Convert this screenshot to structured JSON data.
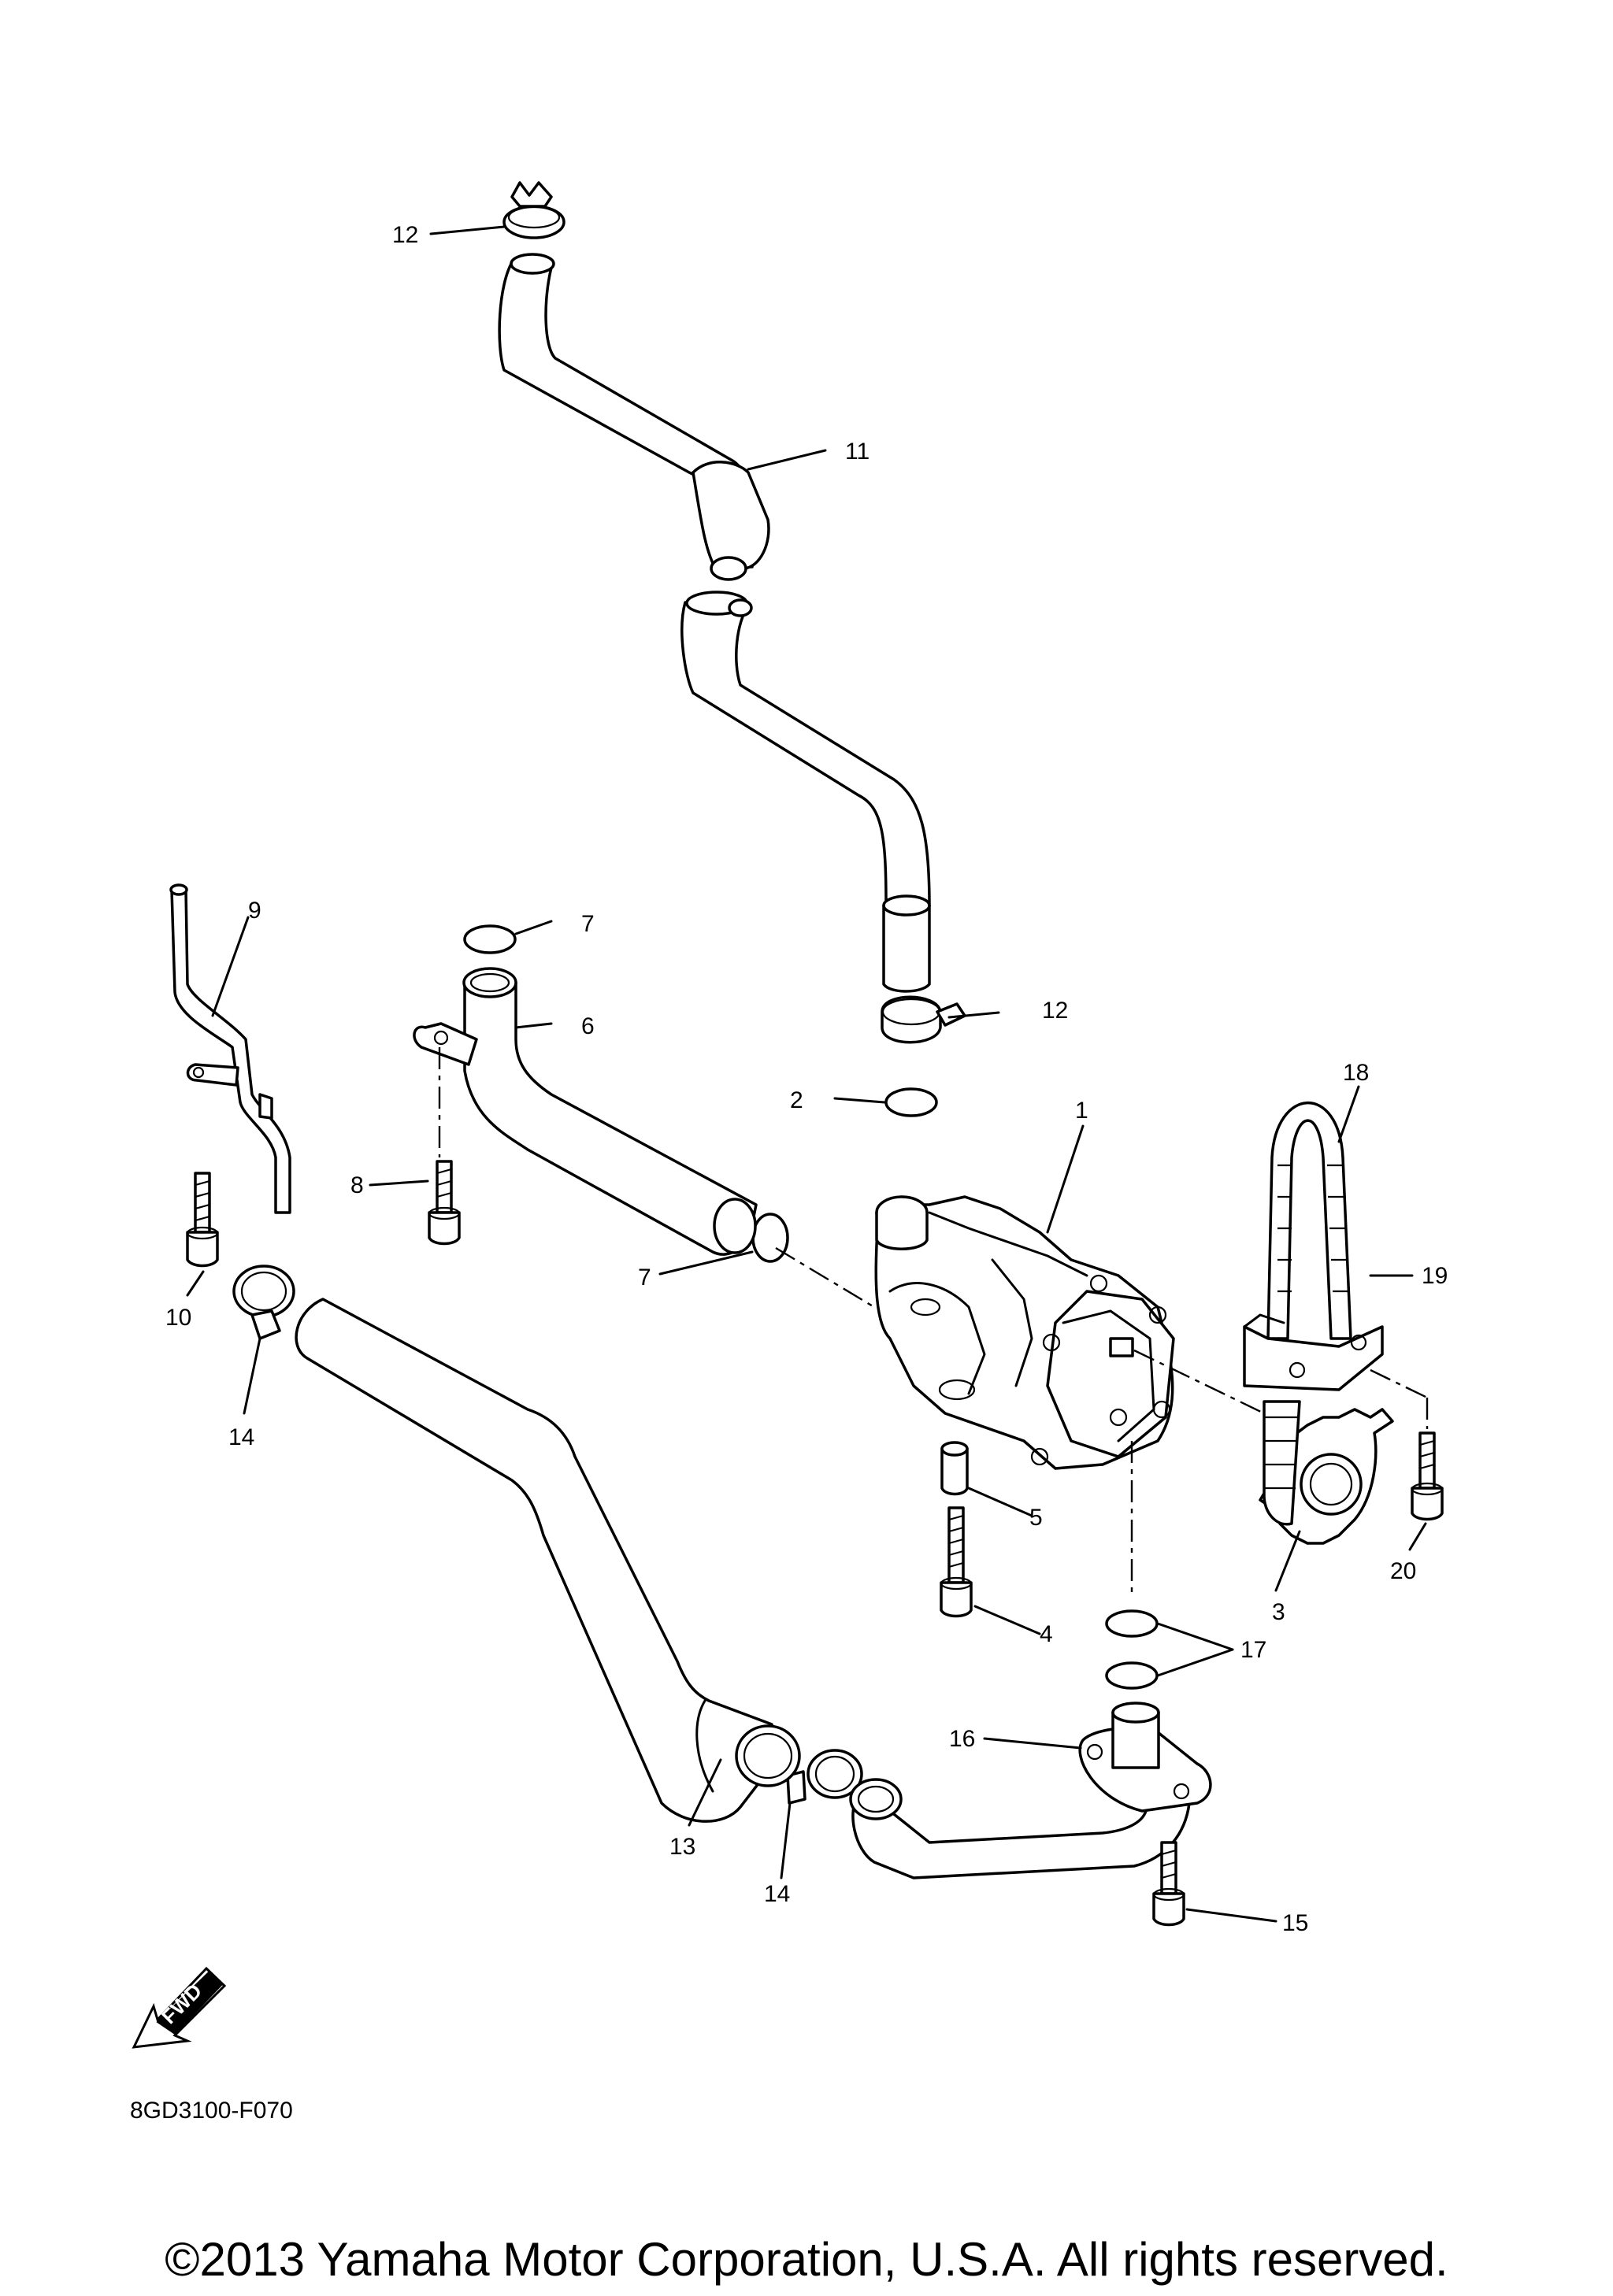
{
  "diagram": {
    "callouts": [
      {
        "id": "1",
        "text": "1"
      },
      {
        "id": "2",
        "text": "2"
      },
      {
        "id": "3",
        "text": "3"
      },
      {
        "id": "4",
        "text": "4"
      },
      {
        "id": "5",
        "text": "5"
      },
      {
        "id": "6",
        "text": "6"
      },
      {
        "id": "7a",
        "text": "7"
      },
      {
        "id": "7b",
        "text": "7"
      },
      {
        "id": "8",
        "text": "8"
      },
      {
        "id": "9",
        "text": "9"
      },
      {
        "id": "10",
        "text": "10"
      },
      {
        "id": "11",
        "text": "11"
      },
      {
        "id": "12a",
        "text": "12"
      },
      {
        "id": "12b",
        "text": "12"
      },
      {
        "id": "13",
        "text": "13"
      },
      {
        "id": "14a",
        "text": "14"
      },
      {
        "id": "14b",
        "text": "14"
      },
      {
        "id": "15",
        "text": "15"
      },
      {
        "id": "16",
        "text": "16"
      },
      {
        "id": "17",
        "text": "17"
      },
      {
        "id": "18",
        "text": "18"
      },
      {
        "id": "19",
        "text": "19"
      },
      {
        "id": "20",
        "text": "20"
      }
    ],
    "fwd_label": "FWD",
    "drawing_code": "8GD3100-F070",
    "copyright": "©2013 Yamaha Motor Corporation, U.S.A. All rights reserved."
  }
}
